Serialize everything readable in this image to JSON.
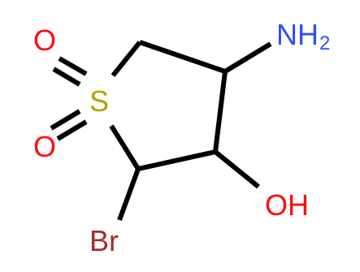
{
  "molecule": {
    "atoms": {
      "oxygen_top": {
        "label": "O",
        "color": "#ff0d0d"
      },
      "oxygen_bottom": {
        "label": "O",
        "color": "#ff0d0d"
      },
      "sulfur": {
        "label": "S",
        "color": "#b2a000"
      },
      "nitrogen": {
        "label": "N",
        "color": "#3050f8"
      },
      "nitrogen_h": {
        "label": "H",
        "color": "#3050f8"
      },
      "nitrogen_sub": {
        "label": "2",
        "color": "#3050f8"
      },
      "hydroxyl": {
        "label": "OH",
        "color": "#ff0d0d"
      },
      "bromine": {
        "label": "Br",
        "color": "#a62929"
      }
    },
    "bond_color": "#000000"
  }
}
